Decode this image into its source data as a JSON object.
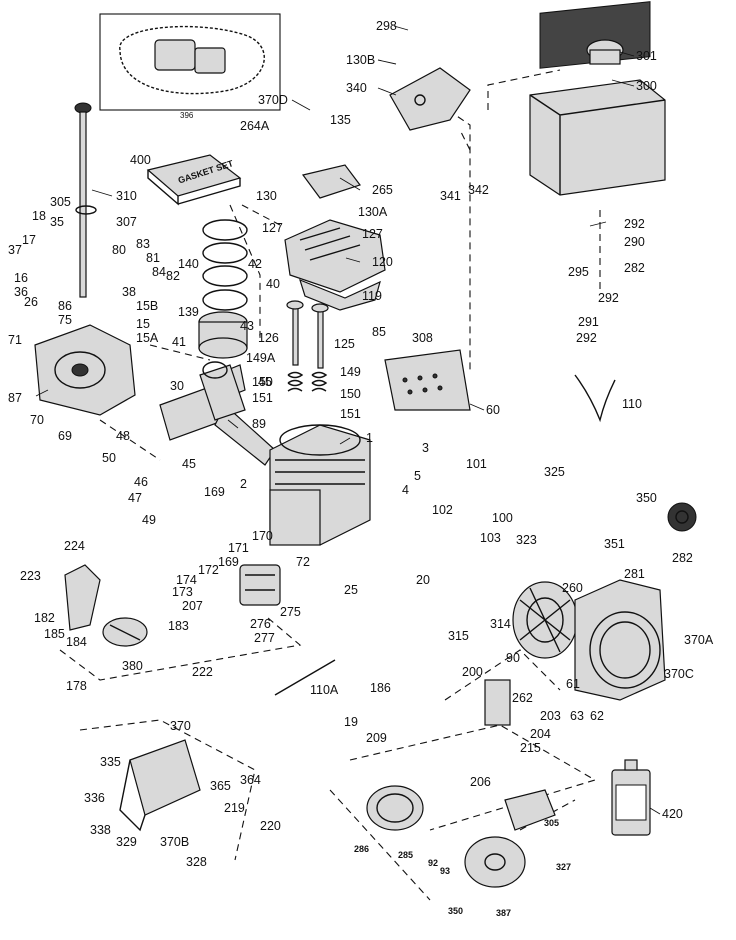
{
  "labels": [
    "298",
    "130B",
    "301",
    "300",
    "340",
    "370D",
    "264A",
    "135",
    "400",
    "310",
    "265",
    "130",
    "130A",
    "341",
    "342",
    "292",
    "290",
    "305",
    "307",
    "127",
    "127",
    "120",
    "282",
    "35",
    "18",
    "37",
    "17",
    "80",
    "83",
    "81",
    "84",
    "82",
    "140",
    "295",
    "292",
    "42",
    "119",
    "36",
    "16",
    "38",
    "40",
    "291",
    "292",
    "26",
    "86",
    "75",
    "15B",
    "139",
    "85",
    "308",
    "15",
    "15A",
    "43",
    "71",
    "126",
    "125",
    "41",
    "149A",
    "149",
    "110",
    "87",
    "150",
    "150",
    "70",
    "69",
    "151",
    "151",
    "60",
    "30",
    "45",
    "89",
    "48",
    "1",
    "3",
    "50",
    "45",
    "325",
    "101",
    "5",
    "4",
    "350",
    "46",
    "2",
    "169",
    "47",
    "102",
    "100",
    "49",
    "103",
    "323",
    "351",
    "282",
    "224",
    "171",
    "170",
    "169",
    "72",
    "260",
    "281",
    "223",
    "174",
    "172",
    "25",
    "20",
    "314",
    "370A",
    "173",
    "207",
    "275",
    "182",
    "185",
    "184",
    "183",
    "276",
    "277",
    "315",
    "90",
    "370C",
    "380",
    "222",
    "178",
    "110A",
    "200",
    "61",
    "262",
    "63",
    "186",
    "203",
    "62",
    "19",
    "209",
    "204",
    "215",
    "370",
    "206",
    "335",
    "364",
    "365",
    "336",
    "219",
    "220",
    "338",
    "329",
    "370B",
    "328",
    "305",
    "286",
    "285",
    "92",
    "93",
    "327",
    "350",
    "387",
    "420"
  ],
  "inset_label": "396",
  "gasket_text": "GASKET SET"
}
